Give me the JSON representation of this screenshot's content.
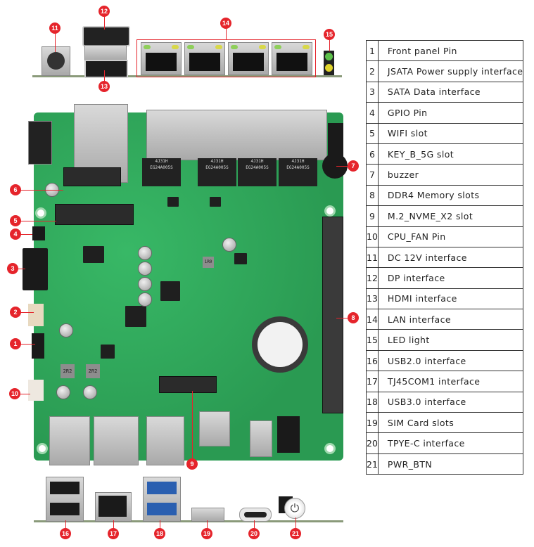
{
  "legend": {
    "rows": [
      {
        "num": "1",
        "label": "Front panel Pin"
      },
      {
        "num": "2",
        "label": "JSATA Power supply interface"
      },
      {
        "num": "3",
        "label": "SATA Data interface"
      },
      {
        "num": "4",
        "label": "GPIO Pin"
      },
      {
        "num": "5",
        "label": "WIFI slot"
      },
      {
        "num": "6",
        "label": "KEY_B_5G slot"
      },
      {
        "num": "7",
        "label": "buzzer"
      },
      {
        "num": "8",
        "label": "DDR4 Memory slots"
      },
      {
        "num": "9",
        "label": "M.2_NVME_X2 slot"
      },
      {
        "num": "10",
        "label": "CPU_FAN Pin"
      },
      {
        "num": "11",
        "label": "DC 12V interface"
      },
      {
        "num": "12",
        "label": "DP interface"
      },
      {
        "num": "13",
        "label": "HDMI interface"
      },
      {
        "num": "14",
        "label": "LAN interface"
      },
      {
        "num": "15",
        "label": "LED light"
      },
      {
        "num": "16",
        "label": "USB2.0 interface"
      },
      {
        "num": "17",
        "label": "TJ45COM1 interface"
      },
      {
        "num": "18",
        "label": "USB3.0 interface"
      },
      {
        "num": "19",
        "label": "SIM Card slots"
      },
      {
        "num": "20",
        "label": "TPYE-C interface"
      },
      {
        "num": "21",
        "label": "PWR_BTN"
      }
    ]
  },
  "callouts": {
    "c1": "1",
    "c2": "2",
    "c3": "3",
    "c4": "4",
    "c5": "5",
    "c6": "6",
    "c7": "7",
    "c8": "8",
    "c9": "9",
    "c10": "10",
    "c11": "11",
    "c12": "12",
    "c13": "13",
    "c14": "14",
    "c15": "15",
    "c16": "16",
    "c17": "17",
    "c18": "18",
    "c19": "19",
    "c20": "20",
    "c21": "21"
  },
  "board_markings": {
    "magnetics": "EG24A005S",
    "magnetics_top": "4J31H",
    "inductor": "2R2",
    "inductor2": "1R0"
  },
  "colors": {
    "callout_red": "#e5242b",
    "pcb_green": "#2fa65a"
  }
}
